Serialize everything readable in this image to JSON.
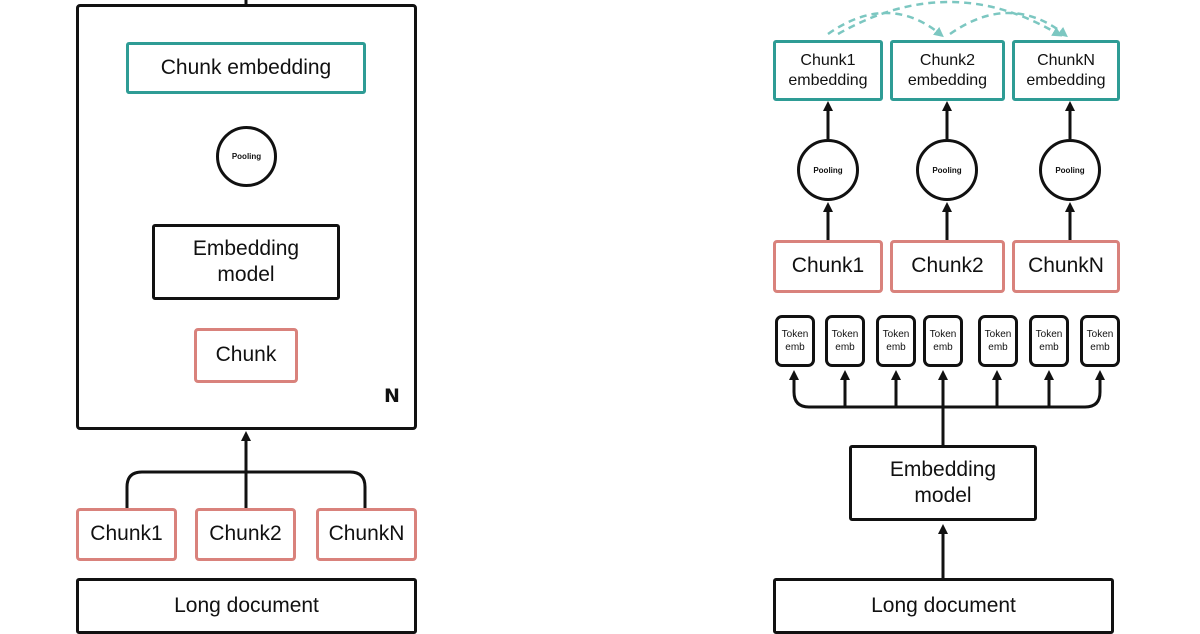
{
  "colors": {
    "stroke": "#111111",
    "chunk_border": "#d9827c",
    "embedding_border": "#2e9c95",
    "background": "#ffffff"
  },
  "left": {
    "frame_label": "N",
    "chunk_embedding": "Chunk embedding",
    "pooling": "Pooling",
    "embedding_model": "Embedding\nmodel",
    "chunk": "Chunk",
    "chunks": [
      "Chunk1",
      "Chunk2",
      "ChunkN"
    ],
    "long_document": "Long document"
  },
  "right": {
    "chunk_embeddings": [
      "Chunk1\nembedding",
      "Chunk2\nembedding",
      "ChunkN\nembedding"
    ],
    "pooling": [
      "Pooling",
      "Pooling",
      "Pooling"
    ],
    "chunks": [
      "Chunk1",
      "Chunk2",
      "ChunkN"
    ],
    "token_embs": [
      "Token\nemb",
      "Token\nemb",
      "Token\nemb",
      "Token\nemb",
      "Token\nemb",
      "Token\nemb",
      "Token\nemb"
    ],
    "embedding_model": "Embedding\nmodel",
    "long_document": "Long document"
  }
}
